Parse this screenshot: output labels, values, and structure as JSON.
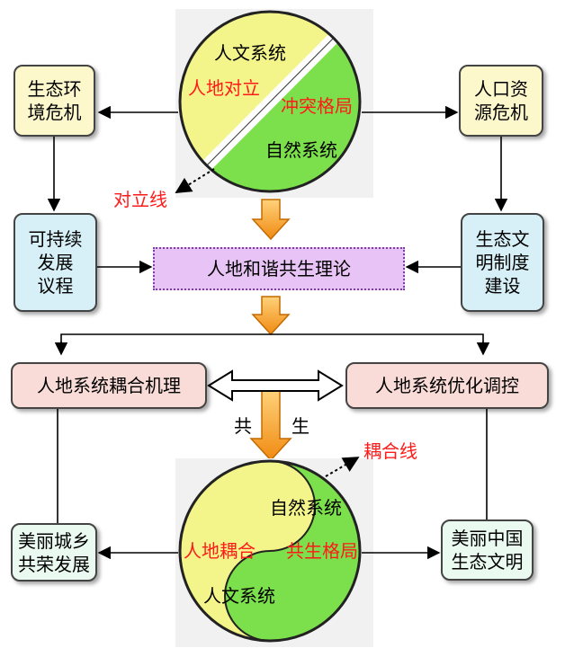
{
  "top_circle": {
    "human_system": "人文系统",
    "conflict": "人地对立",
    "pattern": "冲突格局",
    "natural_system": "自然系统"
  },
  "opposition_line_label": "对立线",
  "ecological_crisis": "生态环\n境危机",
  "population_crisis": "人口资\n源危机",
  "sustainable_agenda": "可持续\n发展\n议程",
  "eco_civilization_system": "生态文\n明制度\n建设",
  "harmony_theory": "人地和谐共生理论",
  "coupling_mechanism": "人地系统耦合机理",
  "optimization": "人地系统优化调控",
  "symbiosis_left": "共",
  "symbiosis_right": "生",
  "coupling_line_label": "耦合线",
  "bottom_circle": {
    "natural_system": "自然系统",
    "coupling": "人地耦合",
    "pattern": "共生格局",
    "human_system": "人文系统"
  },
  "beautiful_urban_rural": "美丽城乡\n共荣发展",
  "beautiful_china": "美丽中国\n生态文明",
  "colors": {
    "circle_light": "#f3f58a",
    "circle_green": "#7ce04c",
    "highlight_red": "#ff1a1a",
    "arrow_orange": "#f5a623"
  }
}
